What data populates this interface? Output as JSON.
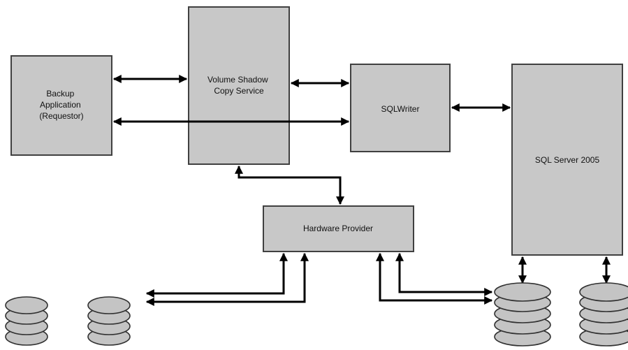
{
  "diagram": {
    "nodes": {
      "backup": [
        "Backup",
        "Application",
        "(Requestor)"
      ],
      "vss": [
        "Volume Shadow",
        "Copy Service"
      ],
      "sqlwriter": [
        "SQLWriter"
      ],
      "sqlserver": [
        "SQL Server 2005"
      ],
      "hwprovider": [
        "Hardware Provider"
      ]
    }
  }
}
